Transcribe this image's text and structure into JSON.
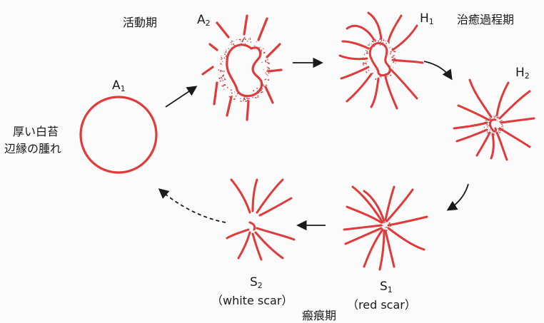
{
  "phases": {
    "active": "活動期",
    "healing": "治癒過程期",
    "scar": "瘢痕期"
  },
  "a1_note": [
    "厚い白苔",
    "辺縁の腫れ"
  ],
  "stages": [
    {
      "letter": "A",
      "sub": "1"
    },
    {
      "letter": "A",
      "sub": "2"
    },
    {
      "letter": "H",
      "sub": "1"
    },
    {
      "letter": "H",
      "sub": "2"
    },
    {
      "letter": "S",
      "sub": "1"
    },
    {
      "letter": "S",
      "sub": "2"
    }
  ],
  "captions": {
    "s1": "（red scar）",
    "s2": "（white scar）"
  },
  "colors": {
    "ulcer_red": "#e03a3a",
    "dots": "#c4474a",
    "arrow": "#1a1a1a"
  }
}
